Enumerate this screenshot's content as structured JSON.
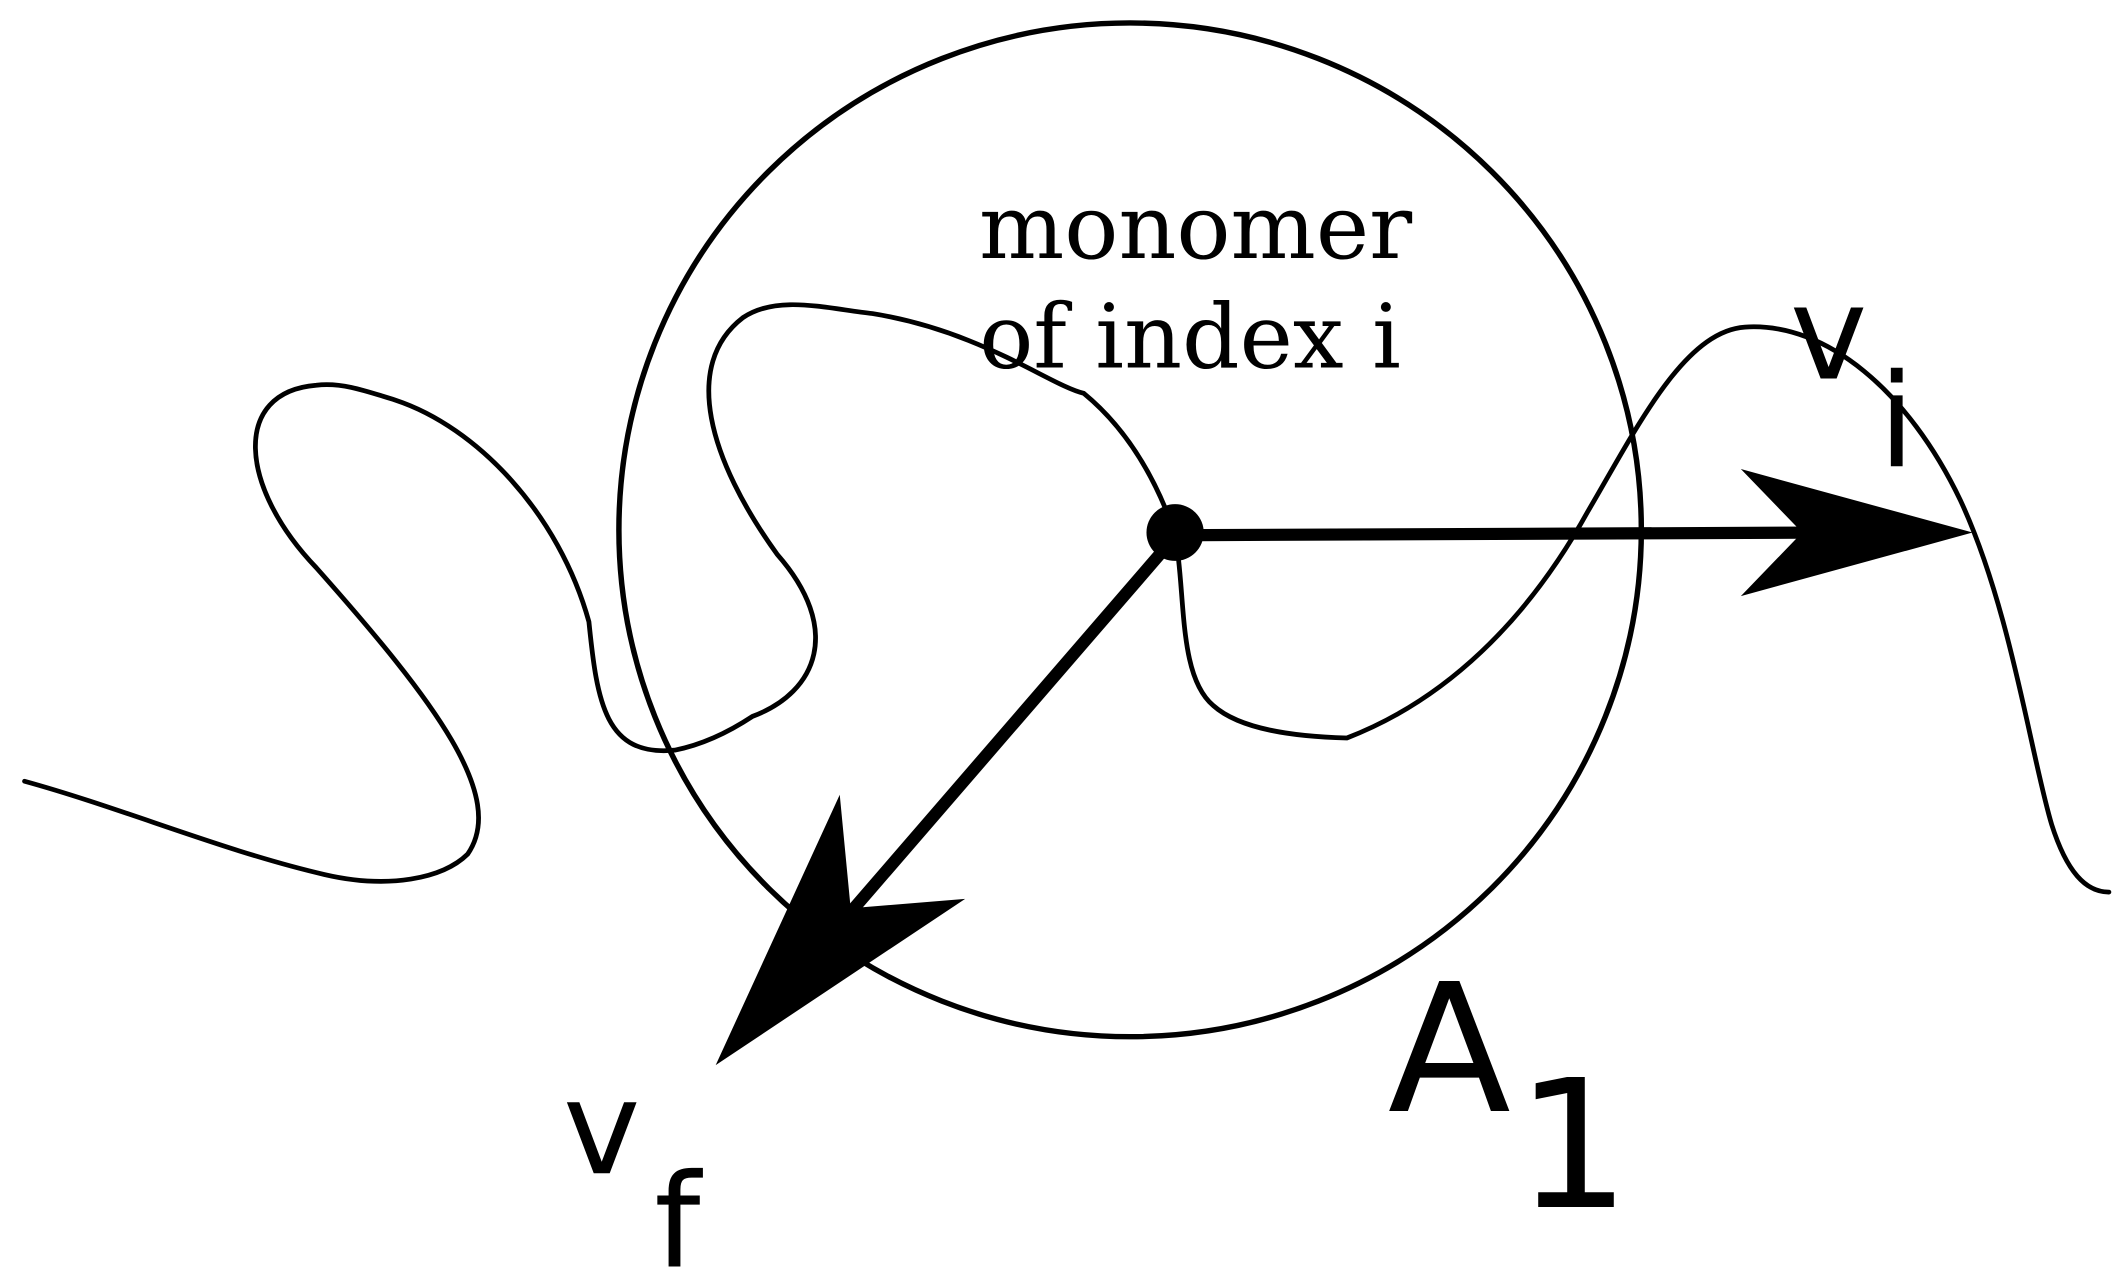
{
  "annotation": {
    "line1": "monomer",
    "line2": "of index i"
  },
  "vectors": {
    "initial": {
      "symbol": "v",
      "subscript": "i"
    },
    "final": {
      "symbol": "v",
      "subscript": "f"
    }
  },
  "region": {
    "symbol": "A",
    "subscript": "1"
  },
  "colors": {
    "stroke": "#000000",
    "background": "#ffffff"
  }
}
